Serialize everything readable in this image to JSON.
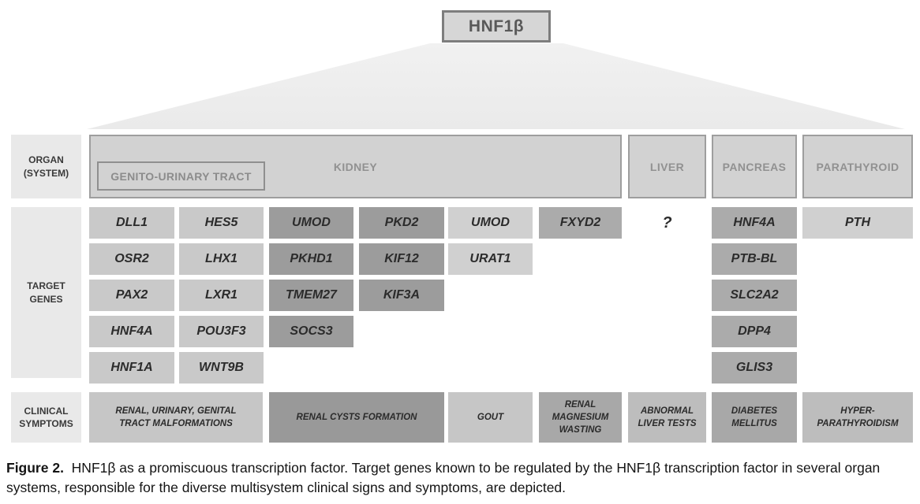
{
  "figure": {
    "root": {
      "label": "HNF1β"
    },
    "row_labels": {
      "organ": "ORGAN (SYSTEM)",
      "genes": "TARGET GENES",
      "symptoms": "CLINICAL SYMPTOMS"
    },
    "organs": {
      "kidney": "KIDNEY",
      "genito_urinary": "GENITO-URINARY TRACT",
      "liver": "LIVER",
      "pancreas": "PANCREAS",
      "parathyroid": "PARATHYROID"
    },
    "genes": {
      "kidney_col1": [
        "DLL1",
        "OSR2",
        "PAX2",
        "HNF4A",
        "HNF1A"
      ],
      "kidney_col2": [
        "HES5",
        "LHX1",
        "LXR1",
        "POU3F3",
        "WNT9B"
      ],
      "kidney_col3": [
        "UMOD",
        "PKHD1",
        "TMEM27",
        "SOCS3"
      ],
      "kidney_col4": [
        "PKD2",
        "KIF12",
        "KIF3A"
      ],
      "kidney_col5": [
        "UMOD",
        "URAT1"
      ],
      "kidney_col6": [
        "FXYD2"
      ],
      "liver_unknown": "?",
      "pancreas": [
        "HNF4A",
        "PTB-BL",
        "SLC2A2",
        "DPP4",
        "GLIS3"
      ],
      "parathyroid": [
        "PTH"
      ]
    },
    "symptoms": [
      "RENAL, URINARY, GENITAL TRACT MALFORMATIONS",
      "RENAL CYSTS FORMATION",
      "GOUT",
      "RENAL MAGNESIUM WASTING",
      "ABNORMAL LIVER TESTS",
      "DIABETES MELLITUS",
      "HYPER- PARATHYROIDISM"
    ],
    "caption": {
      "label": "Figure 2.",
      "text": "HNF1β as a promiscuous transcription factor. Target genes known to be regulated by the HNF1β transcription factor in several organ systems, responsible for the diverse multisystem clinical signs and symptoms, are depicted."
    },
    "palette": {
      "gene_light": "#c9c9c9",
      "gene_lighter": "#d0d0d0",
      "gene_medium": "#ababab",
      "gene_dark": "#9c9c9c",
      "symptom_light": "#c6c6c6",
      "symptom_medium": "#a8a8a8",
      "symptom_light_medium": "#bdbdbd",
      "symptom_dark": "#999999",
      "organ_fill": "#d2d2d2",
      "organ_border": "#9e9e9e",
      "row_label_fill": "#e9e9e9",
      "trapezoid_fill": "#eeeeee",
      "title_fill": "#d6d6d6",
      "title_border": "#7d7d7d"
    }
  }
}
